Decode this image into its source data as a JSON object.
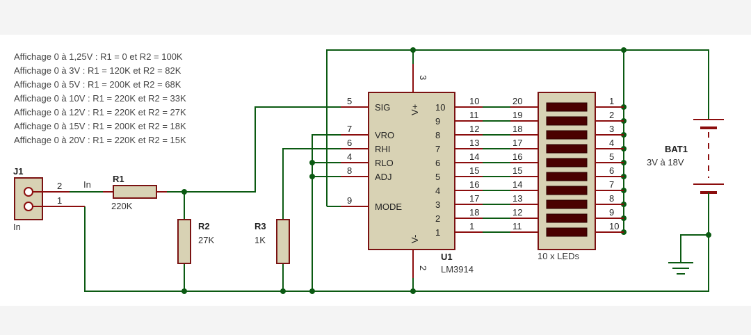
{
  "notes": [
    "Affichage 0 à 1,25V : R1 = 0 et R2 = 100K",
    "Affichage 0 à 3V : R1 = 120K et R2 = 82K",
    "Affichage 0 à 5V : R1 = 200K et R2 = 68K",
    "Affichage 0 à 10V : R1 = 220K et R2 = 33K",
    "Affichage 0 à 12V : R1 = 220K et R2 = 27K",
    "Affichage 0 à 15V : R1 = 200K et R2 = 18K",
    "Affichage 0 à 20V : R1 = 220K et R2 = 15K"
  ],
  "j1": {
    "ref": "J1",
    "label": "In",
    "pin2": "2",
    "pin1": "1",
    "net": "In"
  },
  "r1": {
    "ref": "R1",
    "value": "220K"
  },
  "r2": {
    "ref": "R2",
    "value": "27K"
  },
  "r3": {
    "ref": "R3",
    "value": "1K"
  },
  "u1": {
    "ref": "U1",
    "value": "LM3914",
    "left_pins": [
      {
        "num": "5",
        "name": "SIG"
      },
      {
        "num": "7",
        "name": "VRO"
      },
      {
        "num": "6",
        "name": "RHI"
      },
      {
        "num": "4",
        "name": "RLO"
      },
      {
        "num": "8",
        "name": "ADJ"
      },
      {
        "num": "9",
        "name": "MODE"
      }
    ],
    "right_pins": [
      "10",
      "9",
      "8",
      "7",
      "6",
      "5",
      "4",
      "3",
      "2",
      "1"
    ],
    "right_outer_pins": [
      "10",
      "11",
      "12",
      "13",
      "14",
      "15",
      "16",
      "17",
      "18",
      "1"
    ],
    "vplus": "V+",
    "vminus": "V-",
    "top_pin": "3",
    "bottom_pin": "2"
  },
  "leds": {
    "label": "10 x LEDs",
    "left_pins": [
      "20",
      "19",
      "18",
      "17",
      "16",
      "15",
      "14",
      "13",
      "12",
      "11"
    ],
    "right_pins": [
      "1",
      "2",
      "3",
      "4",
      "5",
      "6",
      "7",
      "8",
      "9",
      "10"
    ]
  },
  "bat1": {
    "ref": "BAT1",
    "value": "3V à 18V"
  },
  "colors": {
    "wire": "#0b5a12",
    "lead": "#8b0d0d",
    "body": "#d8d2b4",
    "segment": "#4a0000"
  }
}
